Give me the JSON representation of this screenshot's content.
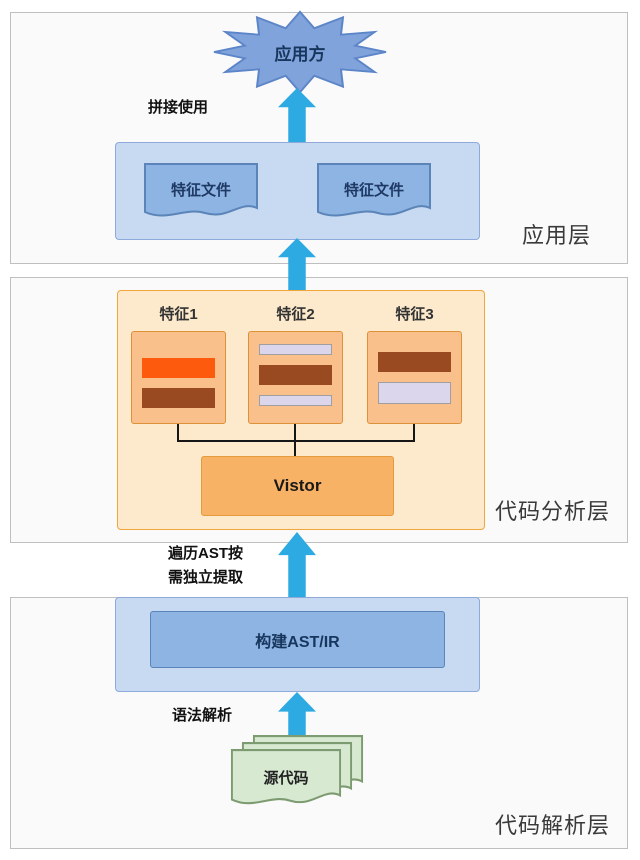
{
  "application_layer": {
    "label": "应用层",
    "star_label": "应用方",
    "splice_caption": "拼接使用",
    "feature_files": [
      {
        "label": "特征文件"
      },
      {
        "label": "特征文件"
      }
    ]
  },
  "analysis_layer": {
    "label": "代码分析层",
    "features": [
      {
        "label": "特征1"
      },
      {
        "label": "特征2"
      },
      {
        "label": "特征3"
      }
    ],
    "visitor_label": "Vistor",
    "traverse_caption_line1": "遍历AST按",
    "traverse_caption_line2": "需独立提取"
  },
  "parsing_layer": {
    "label": "代码解析层",
    "ast_box_label": "构建AST/IR",
    "parse_caption": "语法解析",
    "source_code_label": "源代码"
  },
  "colors": {
    "arrow_blue": "#2caae1",
    "container_blue": "#c7daf1",
    "document_blue": "#8db4e2",
    "star_blue": "#7fa3da",
    "container_orange": "#fdeacd",
    "feature_box_orange": "#f9c08b",
    "visitor_orange": "#f8b266",
    "bar_orange": "#fe5a0e",
    "bar_brown": "#9a4a21",
    "bar_lavender": "#dcd6ec",
    "source_green": "#d8e9d2"
  }
}
